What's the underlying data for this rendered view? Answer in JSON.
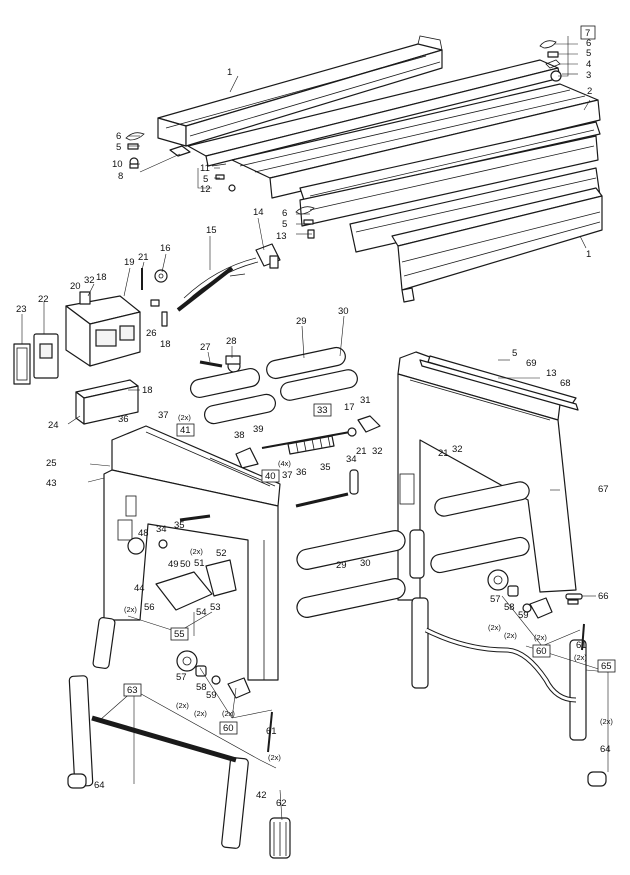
{
  "callouts": {
    "c1a": "1",
    "c1b": "1",
    "c2": "2",
    "c3": "3",
    "c4": "4",
    "c5a": "5",
    "c5b": "5",
    "c5c": "5",
    "c5d": "5",
    "c5e": "5",
    "c6a": "6",
    "c6b": "6",
    "c6c": "6",
    "c7": "7",
    "c8": "8",
    "c10": "10",
    "c11": "11",
    "c12": "12",
    "c13a": "13",
    "c13b": "13",
    "c14": "14",
    "c15": "15",
    "c16": "16",
    "c17": "17",
    "c18a": "18",
    "c18b": "18",
    "c18c": "18",
    "c19": "19",
    "c20": "20",
    "c21a": "21",
    "c21b": "21",
    "c21c": "21",
    "c22": "22",
    "c23": "23",
    "c24": "24",
    "c25": "25",
    "c26": "26",
    "c27": "27",
    "c28": "28",
    "c29a": "29",
    "c29b": "29",
    "c30a": "30",
    "c30b": "30",
    "c31": "31",
    "c32a": "32",
    "c32b": "32",
    "c32c": "32",
    "c33": "33",
    "c34a": "34",
    "c34b": "34",
    "c35a": "35",
    "c35b": "35",
    "c36a": "36",
    "c36b": "36",
    "c37a": "37",
    "c37b": "37",
    "c38": "38",
    "c39": "39",
    "c40": "40",
    "c41": "41",
    "c42": "42",
    "c43": "43",
    "c44": "44",
    "c48": "48",
    "c49": "49",
    "c50": "50",
    "c51": "51",
    "c52": "52",
    "c53": "53",
    "c54": "54",
    "c55": "55",
    "c56": "56",
    "c57a": "57",
    "c57b": "57",
    "c58a": "58",
    "c58b": "58",
    "c59a": "59",
    "c59b": "59",
    "c60a": "60",
    "c60b": "60",
    "c61a": "61",
    "c61b": "61",
    "c62": "62",
    "c63": "63",
    "c64a": "64",
    "c64b": "64",
    "c65": "65",
    "c66": "66",
    "c67": "67",
    "c68": "68",
    "c69": "69"
  },
  "quantities": {
    "q37": "(2x)",
    "q36": "(4x)",
    "q50": "(2x)",
    "q56": "(2x)",
    "q57l": "(2x)",
    "q58l": "(2x)",
    "q59l": "(2x)",
    "q61l": "(2x)",
    "q57r": "(2x)",
    "q58r": "(2x)",
    "q59r": "(2x)",
    "q61r": "(2x)",
    "q65": "(2x)"
  },
  "colors": {
    "ink": "#1a1a1a",
    "paper": "#ffffff"
  }
}
